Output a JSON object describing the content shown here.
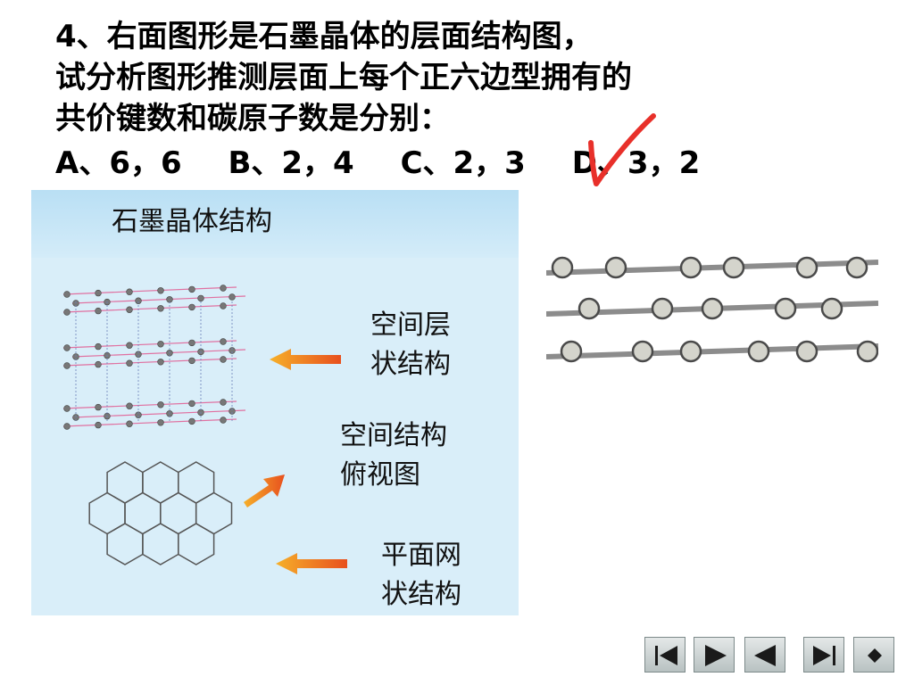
{
  "question": {
    "lines": [
      "4、右面图形是石墨晶体的层面结构图，",
      "试分析图形推测层面上每个正六边型拥有的",
      "共价键数和碳原子数是分别："
    ],
    "options": [
      "A、6，6",
      "B、2，4",
      "C、2，3",
      "D、3，2"
    ]
  },
  "panel": {
    "title": "石墨晶体结构",
    "label_layered": [
      "空间层",
      "状结构"
    ],
    "label_topview": [
      "空间结构",
      "俯视图"
    ],
    "label_planar": [
      "平面网",
      "状结构"
    ]
  },
  "colors": {
    "panel_bg": "#d9eef9",
    "arrow": "#f07020",
    "check": "#e8302a",
    "bond": "#e070a0",
    "atom": "#777777"
  },
  "nav": {
    "buttons": [
      "first-icon",
      "next-icon",
      "previous-icon",
      "last-icon",
      "diamond-icon"
    ]
  }
}
